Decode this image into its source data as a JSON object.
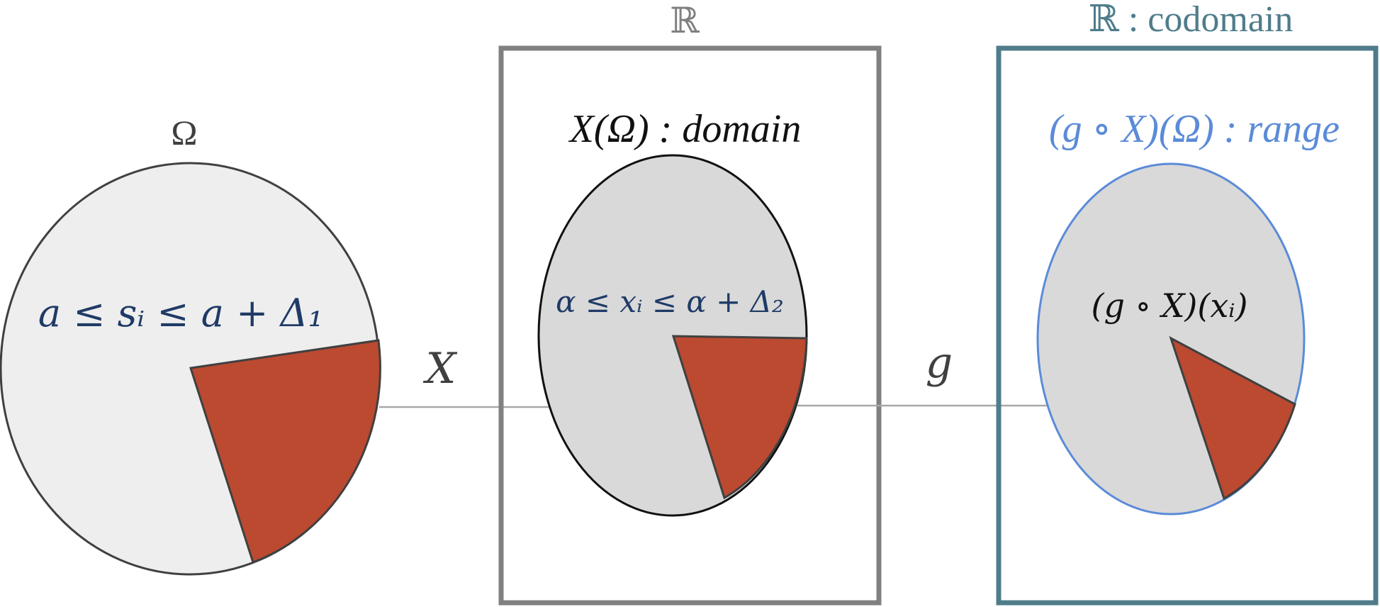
{
  "omega": {
    "label": "Ω",
    "interval_text": "a ≤ sᵢ ≤ a + Δ₁"
  },
  "map_X": {
    "label": "X"
  },
  "domain_box": {
    "set_label": "ℝ",
    "title": "X(Ω) : domain",
    "interval_text": "α ≤ xᵢ ≤ α + Δ₂"
  },
  "map_g": {
    "label": "g"
  },
  "codomain_box": {
    "set_label": "ℝ : codomain",
    "title": "(g ∘ X)(Ω) : range",
    "value_text": "(g ∘ X)(xᵢ)"
  },
  "colors": {
    "wedge": "#bb4a31",
    "omega_fill": "#eeeeee",
    "ellipse_fill": "#d9d9d9",
    "domain_box_stroke": "#808080",
    "codomain_box_stroke": "#4f7c8a",
    "range_accent": "#5b8bd8",
    "interval_text": "#1f3b66",
    "arrow": "#a8a8a8"
  }
}
